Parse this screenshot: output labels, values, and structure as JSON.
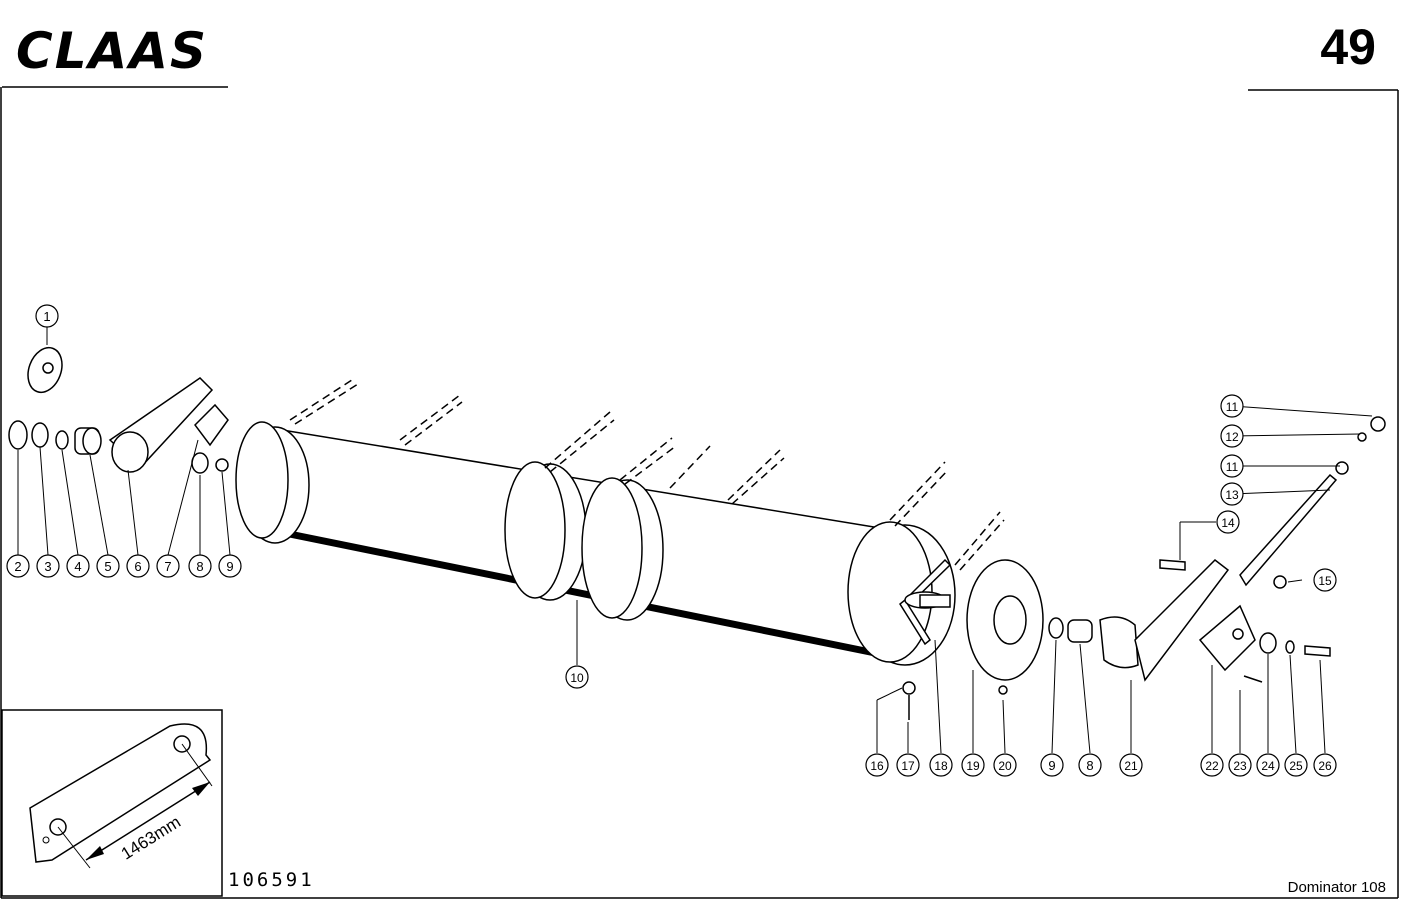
{
  "header": {
    "brand": "CLAAS",
    "page_number": "49"
  },
  "footer": {
    "drawing_number": "106591",
    "model": "Dominator 108"
  },
  "inset": {
    "dimension_label": "1463mm"
  },
  "callouts": [
    {
      "id": "c1",
      "label": "1"
    },
    {
      "id": "c2",
      "label": "2"
    },
    {
      "id": "c3",
      "label": "3"
    },
    {
      "id": "c4",
      "label": "4"
    },
    {
      "id": "c5",
      "label": "5"
    },
    {
      "id": "c6",
      "label": "6"
    },
    {
      "id": "c7",
      "label": "7"
    },
    {
      "id": "c8a",
      "label": "8"
    },
    {
      "id": "c9a",
      "label": "9"
    },
    {
      "id": "c10",
      "label": "10"
    },
    {
      "id": "c11a",
      "label": "11"
    },
    {
      "id": "c12",
      "label": "12"
    },
    {
      "id": "c11b",
      "label": "11"
    },
    {
      "id": "c13",
      "label": "13"
    },
    {
      "id": "c14",
      "label": "14"
    },
    {
      "id": "c15",
      "label": "15"
    },
    {
      "id": "c16",
      "label": "16"
    },
    {
      "id": "c17",
      "label": "17"
    },
    {
      "id": "c18",
      "label": "18"
    },
    {
      "id": "c19",
      "label": "19"
    },
    {
      "id": "c20",
      "label": "20"
    },
    {
      "id": "c9b",
      "label": "9"
    },
    {
      "id": "c8b",
      "label": "8"
    },
    {
      "id": "c21",
      "label": "21"
    },
    {
      "id": "c22",
      "label": "22"
    },
    {
      "id": "c23",
      "label": "23"
    },
    {
      "id": "c24",
      "label": "24"
    },
    {
      "id": "c25",
      "label": "25"
    },
    {
      "id": "c26",
      "label": "26"
    }
  ]
}
